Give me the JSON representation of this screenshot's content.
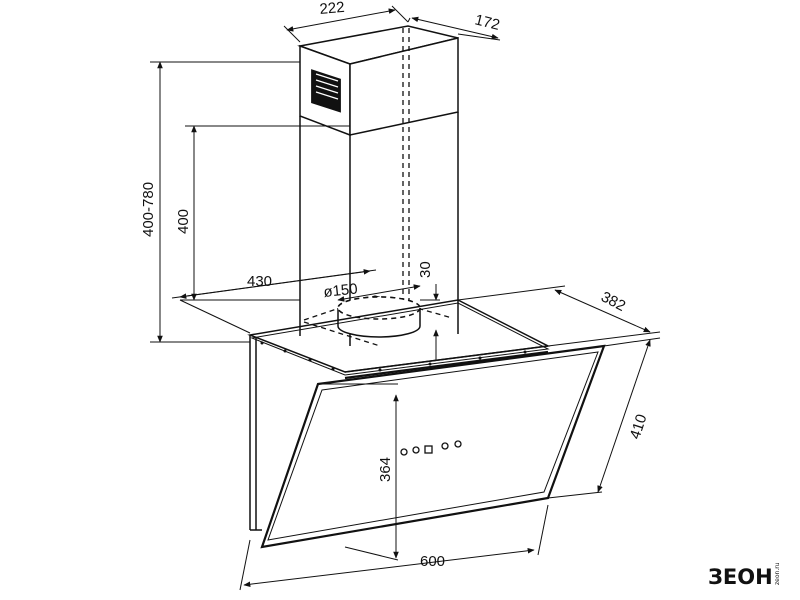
{
  "dimensions": {
    "duct_width": "222",
    "duct_depth": "172",
    "total_height_range": "400-780",
    "duct_height": "400",
    "top_width": "430",
    "outlet_diameter": "ø150",
    "outlet_offset": "30",
    "top_depth": "382",
    "glass_slant": "410",
    "glass_height": "364",
    "front_width": "600"
  },
  "logo": {
    "brand": "ЗЕОН",
    "tagline": "zeon.ru"
  }
}
